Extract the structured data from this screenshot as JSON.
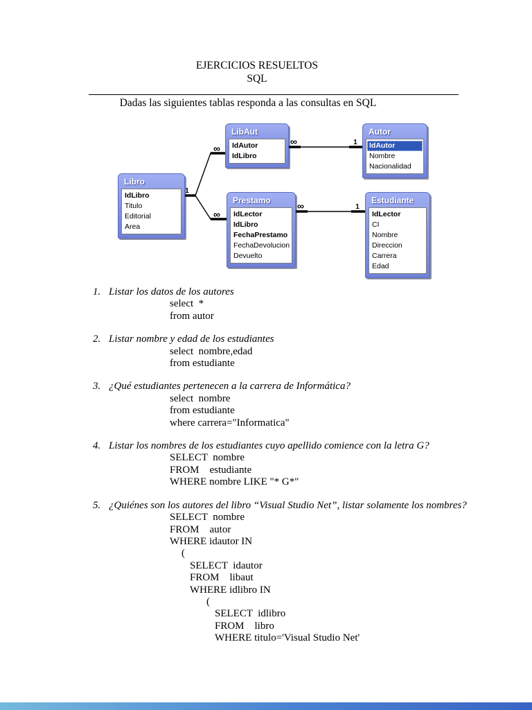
{
  "header": {
    "title_line1": "EJERCICIOS RESUELTOS",
    "title_line2": "SQL",
    "subtitle": "Dadas las siguientes tablas responda a las consultas en SQL"
  },
  "diagram": {
    "tables": [
      {
        "name": "LibAut",
        "fields": [
          {
            "label": "IdAutor",
            "bold": true
          },
          {
            "label": "IdLibro",
            "bold": true
          }
        ]
      },
      {
        "name": "Autor",
        "fields": [
          {
            "label": "IdAutor",
            "bold": true,
            "selected": true
          },
          {
            "label": "Nombre"
          },
          {
            "label": "Nacionalidad"
          }
        ]
      },
      {
        "name": "Libro",
        "fields": [
          {
            "label": "IdLibro",
            "bold": true
          },
          {
            "label": "Titulo"
          },
          {
            "label": "Editorial"
          },
          {
            "label": "Area"
          }
        ]
      },
      {
        "name": "Prestamo",
        "fields": [
          {
            "label": "IdLector",
            "bold": true
          },
          {
            "label": "IdLibro",
            "bold": true
          },
          {
            "label": "FechaPrestamo",
            "bold": true
          },
          {
            "label": "FechaDevolucion"
          },
          {
            "label": "Devuelto"
          }
        ]
      },
      {
        "name": "Estudiante",
        "fields": [
          {
            "label": "IdLector",
            "bold": true
          },
          {
            "label": "CI"
          },
          {
            "label": "Nombre"
          },
          {
            "label": "Direccion"
          },
          {
            "label": "Carrera"
          },
          {
            "label": "Edad"
          }
        ]
      }
    ],
    "relations": [
      {
        "from_table": "Libro",
        "from_card": "1",
        "to_table": "LibAut",
        "to_card": "∞"
      },
      {
        "from_table": "Libro",
        "from_card": "1",
        "to_table": "Prestamo",
        "to_card": "∞"
      },
      {
        "from_table": "LibAut",
        "from_card": "∞",
        "to_table": "Autor",
        "to_card": "1"
      },
      {
        "from_table": "Prestamo",
        "from_card": "∞",
        "to_table": "Estudiante",
        "to_card": "1"
      }
    ],
    "colors": {
      "header_gradient_top": "#a0aff2",
      "header_gradient_bottom": "#7081d8",
      "frame_border": "#5a6cc0",
      "selected_row": "#2e58b8",
      "line": "#000000"
    }
  },
  "exercises": [
    {
      "number": "1.",
      "question": "Listar los datos de los autores",
      "sql": [
        {
          "text": "select  *",
          "indent": 0
        },
        {
          "text": "from autor",
          "indent": 0
        }
      ]
    },
    {
      "number": "2.",
      "question": "Listar nombre y edad de los estudiantes",
      "sql": [
        {
          "text": "select  nombre,edad",
          "indent": 0
        },
        {
          "text": "from estudiante",
          "indent": 0
        }
      ]
    },
    {
      "number": "3.",
      "question": "¿Qué estudiantes pertenecen a la carrera de Informática?",
      "sql": [
        {
          "text": "select  nombre",
          "indent": 0
        },
        {
          "text": "from estudiante",
          "indent": 0
        },
        {
          "text": "where carrera=\"Informatica\"",
          "indent": 0
        }
      ]
    },
    {
      "number": "4.",
      "question": "Listar los nombres de los estudiantes cuyo apellido comience con la letra G?",
      "sql": [
        {
          "text": "SELECT  nombre",
          "indent": 0
        },
        {
          "text": "FROM    estudiante",
          "indent": 0
        },
        {
          "text": "WHERE nombre LIKE \"* G*\"",
          "indent": 0
        }
      ]
    },
    {
      "number": "5.",
      "question": "¿Quiénes son los autores del libro “Visual Studio Net”, listar solamente los nombres?",
      "sql": [
        {
          "text": "SELECT  nombre",
          "indent": 0
        },
        {
          "text": "FROM    autor",
          "indent": 0
        },
        {
          "text": "WHERE idautor IN",
          "indent": 0
        },
        {
          "text": "(",
          "indent": 1
        },
        {
          "text": "SELECT  idautor",
          "indent": 2
        },
        {
          "text": "FROM    libaut",
          "indent": 2
        },
        {
          "text": "WHERE idlibro IN",
          "indent": 2
        },
        {
          "text": "(",
          "indent": 3
        },
        {
          "text": "SELECT  idlibro",
          "indent": 4
        },
        {
          "text": "FROM    libro",
          "indent": 4
        },
        {
          "text": "WHERE titulo='Visual Studio Net'",
          "indent": 4
        }
      ]
    }
  ],
  "footer": {
    "bar_gradient": [
      "#74b9dd",
      "#4a82d2",
      "#3a64c4"
    ]
  }
}
